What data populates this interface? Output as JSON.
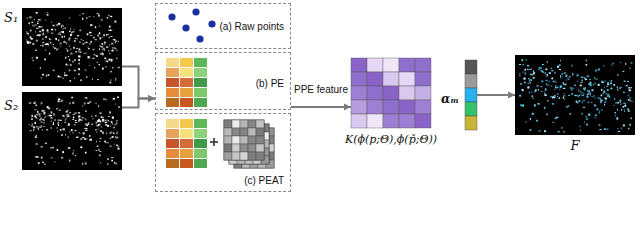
{
  "diagram": {
    "nodes": [
      {
        "text": [
          "S₁"
        ]
      },
      {
        "text": [
          "S₂"
        ]
      },
      {
        "text": [
          "(a) Raw points"
        ]
      },
      {
        "text": [
          "(b) PE"
        ]
      },
      {
        "text": [
          "(c) PEAT"
        ]
      },
      {
        "text": [
          "K(ϕ(p;Θ),ϕ(p̌;Θ))"
        ]
      },
      {
        "text": [
          "αₘ"
        ]
      },
      {
        "text": [
          "F"
        ]
      }
    ],
    "edges": [
      {
        "from": 0,
        "to": 3,
        "arrow": "to"
      },
      {
        "from": 1,
        "to": 3,
        "arrow": "to"
      },
      {
        "from": 3,
        "to": 5,
        "label": "PPE feature",
        "arrow": "to"
      },
      {
        "from": 6,
        "to": 7,
        "arrow": "to"
      }
    ]
  }
}
